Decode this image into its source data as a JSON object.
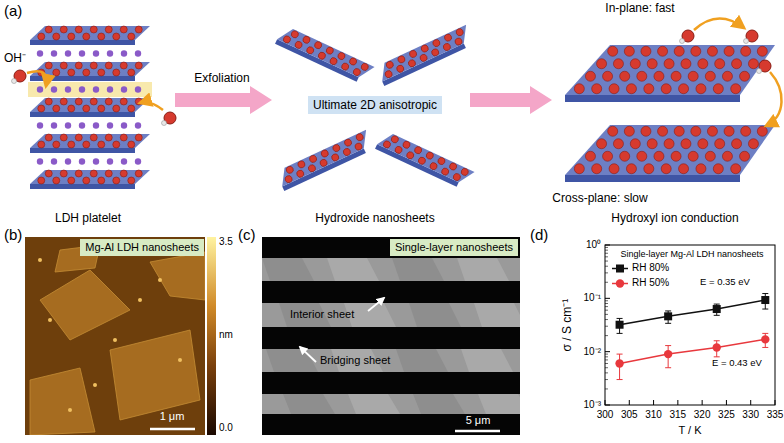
{
  "diagram": {
    "nodes": [
      {
        "text": [
          "Ultimate 2D anisotropic"
        ]
      },
      {
        "text": [
          "Mg-Al LDH nanosheets"
        ]
      },
      {
        "text": [
          "Single-layer nanosheets"
        ]
      }
    ],
    "labels": [
      "(a)",
      "OH⁻",
      "Exfoliation",
      "In-plane: fast",
      "Cross-plane: slow",
      "LDH platelet",
      "Hydroxide nanosheets",
      "Hydroxyl ion conduction",
      "(b)",
      "3.5",
      "nm",
      "0.0",
      "1 μm",
      "(c)",
      "Interior sheet",
      "Bridging sheet",
      "5 μm",
      "(d)",
      "Single-layer Mg-Al LDH nanosheets",
      "E = 0.35 eV",
      "E = 0.43 eV",
      "10⁰",
      "10⁻¹",
      "10⁻²",
      "10⁻³",
      "σ / S cm⁻¹",
      "300",
      "305",
      "310",
      "315",
      "320",
      "325",
      "330",
      "335",
      "T / K"
    ],
    "legend": [
      {
        "text": "RH 80%"
      },
      {
        "text": "RH 50%"
      }
    ]
  }
}
